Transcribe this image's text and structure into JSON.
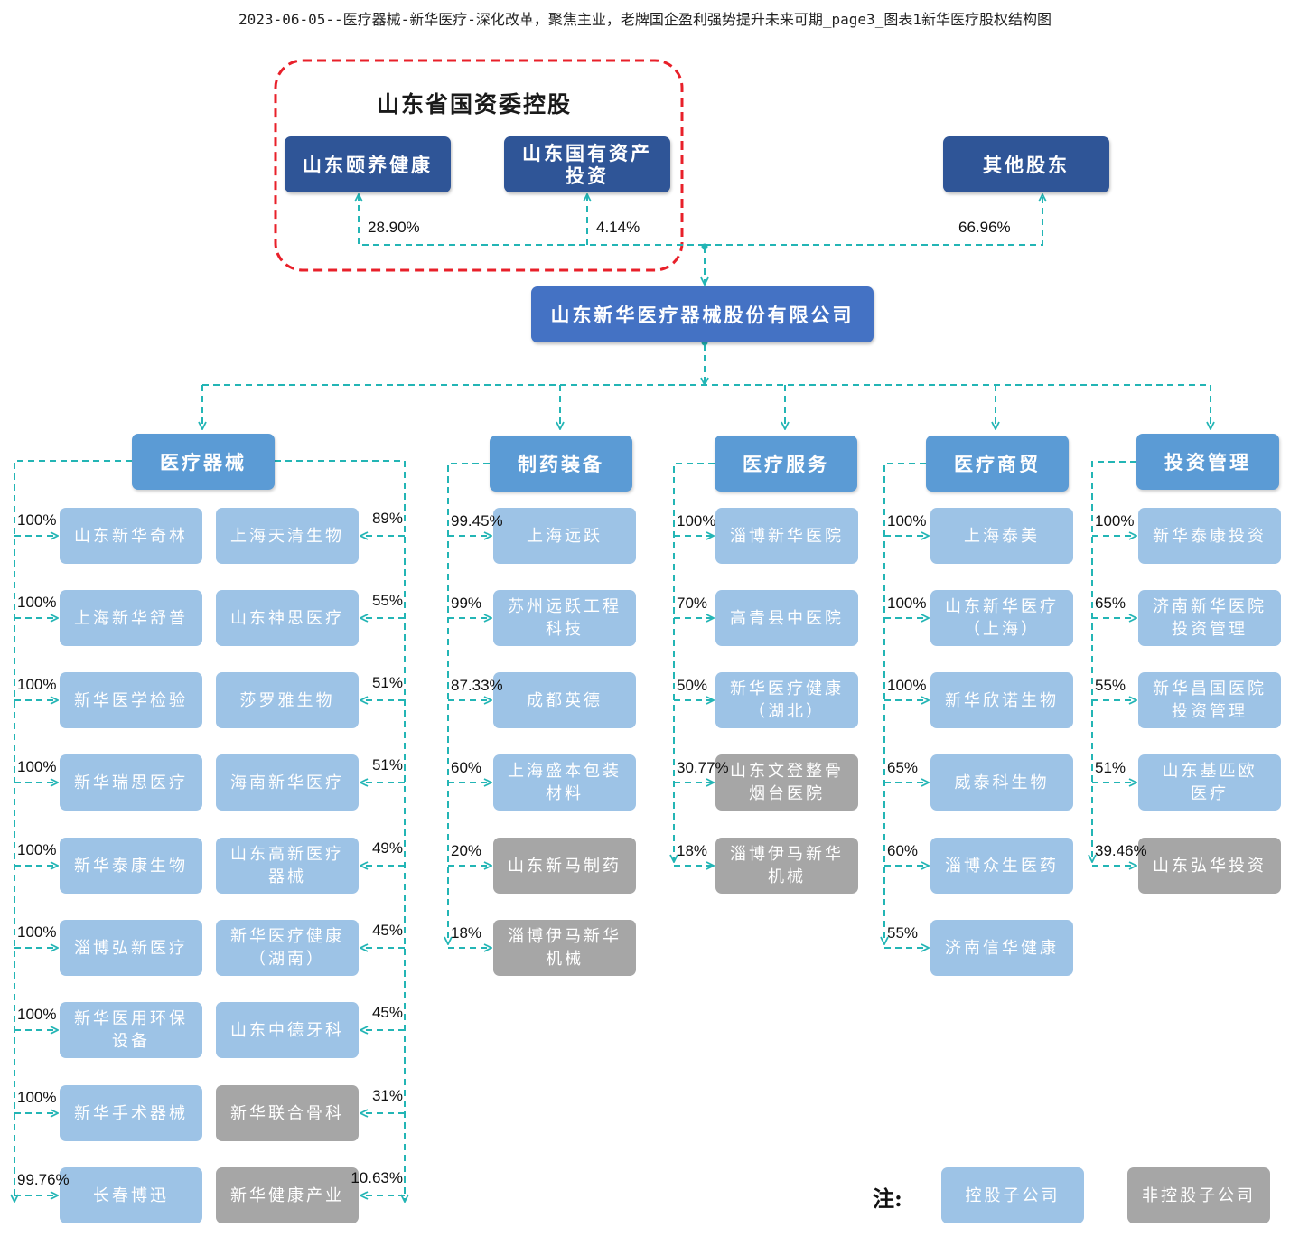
{
  "page_title": "2023-06-05--医疗器械-新华医疗-深化改革，聚焦主业，老牌国企盈利强势提升未来可期_page3_图表1新华医疗股权结构图",
  "colors": {
    "dark_blue": "#2f5597",
    "company_blue": "#4472c4",
    "segment_blue": "#5b9bd5",
    "controlled_light_blue": "#9dc3e6",
    "non_controlled_gray": "#a6a6a6",
    "connector_teal": "#23b5b5",
    "group_border_red": "#e8202a"
  },
  "group": {
    "title": "山东省国资委控股",
    "shareholders": [
      {
        "name": "山东颐养健康",
        "pct": "28.90%"
      },
      {
        "name": "山东国有资产\n投资",
        "pct": "4.14%"
      }
    ]
  },
  "other_shareholder": {
    "name": "其他股东",
    "pct": "66.96%"
  },
  "company": "山东新华医疗器械股份有限公司",
  "segments": [
    {
      "name": "医疗器械",
      "left_column": [
        {
          "name": "山东新华奇林",
          "pct": "100%",
          "controlled": true
        },
        {
          "name": "上海新华舒普",
          "pct": "100%",
          "controlled": true
        },
        {
          "name": "新华医学检验",
          "pct": "100%",
          "controlled": true
        },
        {
          "name": "新华瑞思医疗",
          "pct": "100%",
          "controlled": true
        },
        {
          "name": "新华泰康生物",
          "pct": "100%",
          "controlled": true
        },
        {
          "name": "淄博弘新医疗",
          "pct": "100%",
          "controlled": true
        },
        {
          "name": "新华医用环保\n设备",
          "pct": "100%",
          "controlled": true
        },
        {
          "name": "新华手术器械",
          "pct": "100%",
          "controlled": true
        },
        {
          "name": "长春博迅",
          "pct": "99.76%",
          "controlled": true
        }
      ],
      "right_column": [
        {
          "name": "上海天清生物",
          "pct": "89%",
          "controlled": true
        },
        {
          "name": "山东神思医疗",
          "pct": "55%",
          "controlled": true
        },
        {
          "name": "莎罗雅生物",
          "pct": "51%",
          "controlled": true
        },
        {
          "name": "海南新华医疗",
          "pct": "51%",
          "controlled": true
        },
        {
          "name": "山东高新医疗\n器械",
          "pct": "49%",
          "controlled": true
        },
        {
          "name": "新华医疗健康\n（湖南）",
          "pct": "45%",
          "controlled": true
        },
        {
          "name": "山东中德牙科",
          "pct": "45%",
          "controlled": true
        },
        {
          "name": "新华联合骨科",
          "pct": "31%",
          "controlled": false
        },
        {
          "name": "新华健康产业",
          "pct": "10.63%",
          "controlled": false
        }
      ]
    },
    {
      "name": "制药装备",
      "items": [
        {
          "name": "上海远跃",
          "pct": "99.45%",
          "controlled": true
        },
        {
          "name": "苏州远跃工程\n科技",
          "pct": "99%",
          "controlled": true
        },
        {
          "name": "成都英德",
          "pct": "87.33%",
          "controlled": true
        },
        {
          "name": "上海盛本包装\n材料",
          "pct": "60%",
          "controlled": true
        },
        {
          "name": "山东新马制药",
          "pct": "20%",
          "controlled": false
        },
        {
          "name": "淄博伊马新华\n机械",
          "pct": "18%",
          "controlled": false
        }
      ]
    },
    {
      "name": "医疗服务",
      "items": [
        {
          "name": "淄博新华医院",
          "pct": "100%",
          "controlled": true
        },
        {
          "name": "高青县中医院",
          "pct": "70%",
          "controlled": true
        },
        {
          "name": "新华医疗健康\n（湖北）",
          "pct": "50%",
          "controlled": true
        },
        {
          "name": "山东文登整骨\n烟台医院",
          "pct": "30.77%",
          "controlled": false
        },
        {
          "name": "淄博伊马新华\n机械",
          "pct": "18%",
          "controlled": false
        }
      ]
    },
    {
      "name": "医疗商贸",
      "items": [
        {
          "name": "上海泰美",
          "pct": "100%",
          "controlled": true
        },
        {
          "name": "山东新华医疗\n（上海）",
          "pct": "100%",
          "controlled": true
        },
        {
          "name": "新华欣诺生物",
          "pct": "100%",
          "controlled": true
        },
        {
          "name": "威泰科生物",
          "pct": "65%",
          "controlled": true
        },
        {
          "name": "淄博众生医药",
          "pct": "60%",
          "controlled": true
        },
        {
          "name": "济南信华健康",
          "pct": "55%",
          "controlled": true
        }
      ]
    },
    {
      "name": "投资管理",
      "items": [
        {
          "name": "新华泰康投资",
          "pct": "100%",
          "controlled": true
        },
        {
          "name": "济南新华医院\n投资管理",
          "pct": "65%",
          "controlled": true
        },
        {
          "name": "新华昌国医院\n投资管理",
          "pct": "55%",
          "controlled": true
        },
        {
          "name": "山东基匹欧\n医疗",
          "pct": "51%",
          "controlled": true
        },
        {
          "name": "山东弘华投资",
          "pct": "39.46%",
          "controlled": false
        }
      ]
    }
  ],
  "legend": {
    "note": "注:",
    "controlled": "控股子公司",
    "non_controlled": "非控股子公司"
  }
}
